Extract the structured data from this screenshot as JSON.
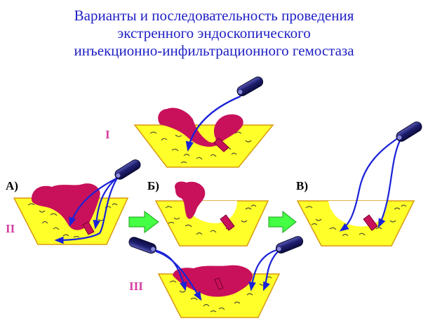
{
  "title": {
    "line1": "Варианты и последовательность проведения",
    "line2": "экстренного эндоскопического",
    "line3": "инъекционно-инфильтрационного гемостаза"
  },
  "labels": {
    "a": "А)",
    "b": "Б)",
    "v": "В)",
    "roman_1": "I",
    "roman_2": "II",
    "roman_3": "III"
  },
  "colors": {
    "title": "#1f1fc4",
    "tissue": "#ffff2a",
    "blood": "#c8115a",
    "needle_line": "#1a22d8",
    "endoscope": "#1e1e6e",
    "arrow_fill": "#44ff44",
    "label_letter": "#000000",
    "label_roman": "#d63ea0"
  },
  "icons": {
    "endoscope": "endoscope-icon",
    "flow_arrow": "green-right-arrow-icon"
  }
}
